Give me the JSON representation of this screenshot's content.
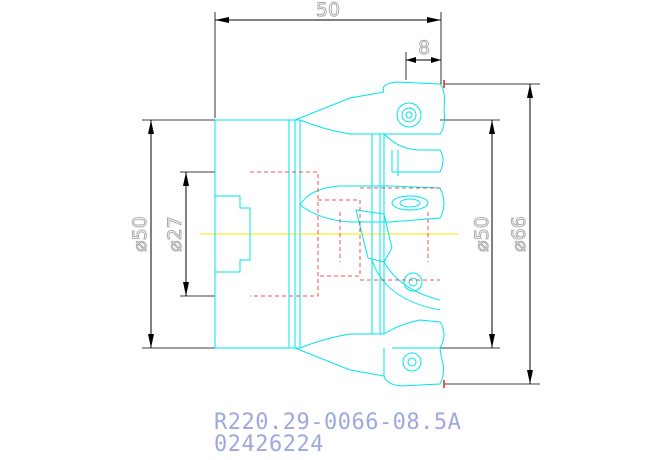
{
  "dimensions": {
    "overall_length": "50",
    "flange_width": "8",
    "body_diameter": "⌀50",
    "bore_diameter": "⌀27",
    "cutter_diameter_inner": "⌀50",
    "cutter_diameter_outer": "⌀66"
  },
  "title_block": {
    "part_number": "R220.29-0066-08.5A",
    "code": "02426224"
  },
  "colors": {
    "outline": "#00e5ee",
    "hidden": "#e8261f",
    "centerline": "#ffe600",
    "dimension": "#000000",
    "dimension_text": "#a6a6a6",
    "title_text": "#9ea8de"
  }
}
